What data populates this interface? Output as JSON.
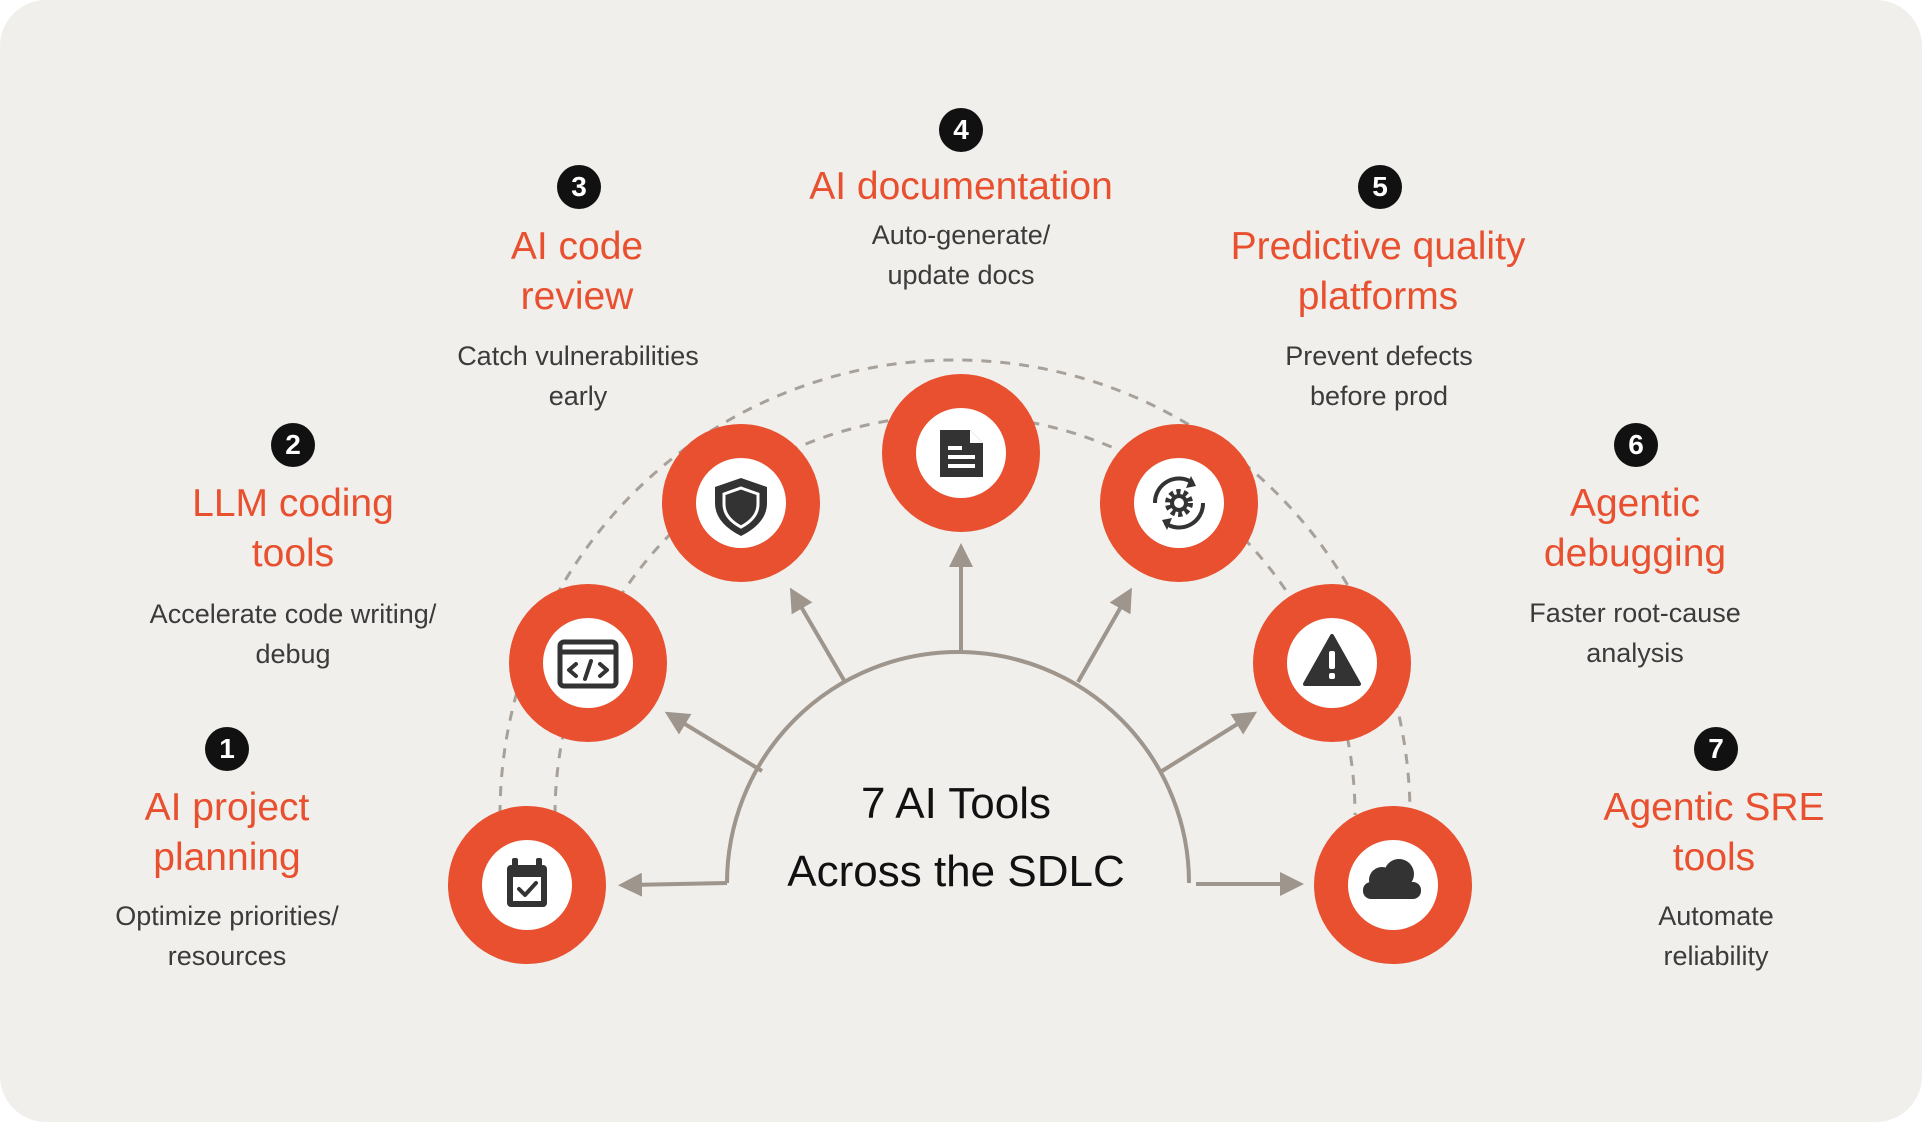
{
  "center": {
    "line1": "7 AI Tools",
    "line2": "Across the SDLC"
  },
  "colors": {
    "accent": "#e8502f",
    "badge": "#111111",
    "icon": "#333333",
    "arrow": "#9e958c",
    "background": "#f0efec"
  },
  "tools": [
    {
      "number": "1",
      "title": [
        "AI project",
        "planning"
      ],
      "desc": [
        "Optimize priorities/",
        "resources"
      ],
      "icon": "calendar-check-icon"
    },
    {
      "number": "2",
      "title": [
        "LLM coding",
        "tools"
      ],
      "desc": [
        "Accelerate code writing/",
        "debug"
      ],
      "icon": "code-window-icon"
    },
    {
      "number": "3",
      "title": [
        "AI code",
        "review"
      ],
      "desc": [
        "Catch vulnerabilities",
        "early"
      ],
      "icon": "shield-icon"
    },
    {
      "number": "4",
      "title": [
        "AI documentation"
      ],
      "desc": [
        "Auto-generate/",
        "update docs"
      ],
      "icon": "document-icon"
    },
    {
      "number": "5",
      "title": [
        "Predictive quality",
        "platforms"
      ],
      "desc": [
        "Prevent defects",
        "before prod"
      ],
      "icon": "gear-cycle-icon"
    },
    {
      "number": "6",
      "title": [
        "Agentic",
        "debugging"
      ],
      "desc": [
        "Faster root-cause",
        "analysis"
      ],
      "icon": "warning-icon"
    },
    {
      "number": "7",
      "title": [
        "Agentic SRE",
        "tools"
      ],
      "desc": [
        "Automate",
        "reliability"
      ],
      "icon": "cloud-icon"
    }
  ]
}
